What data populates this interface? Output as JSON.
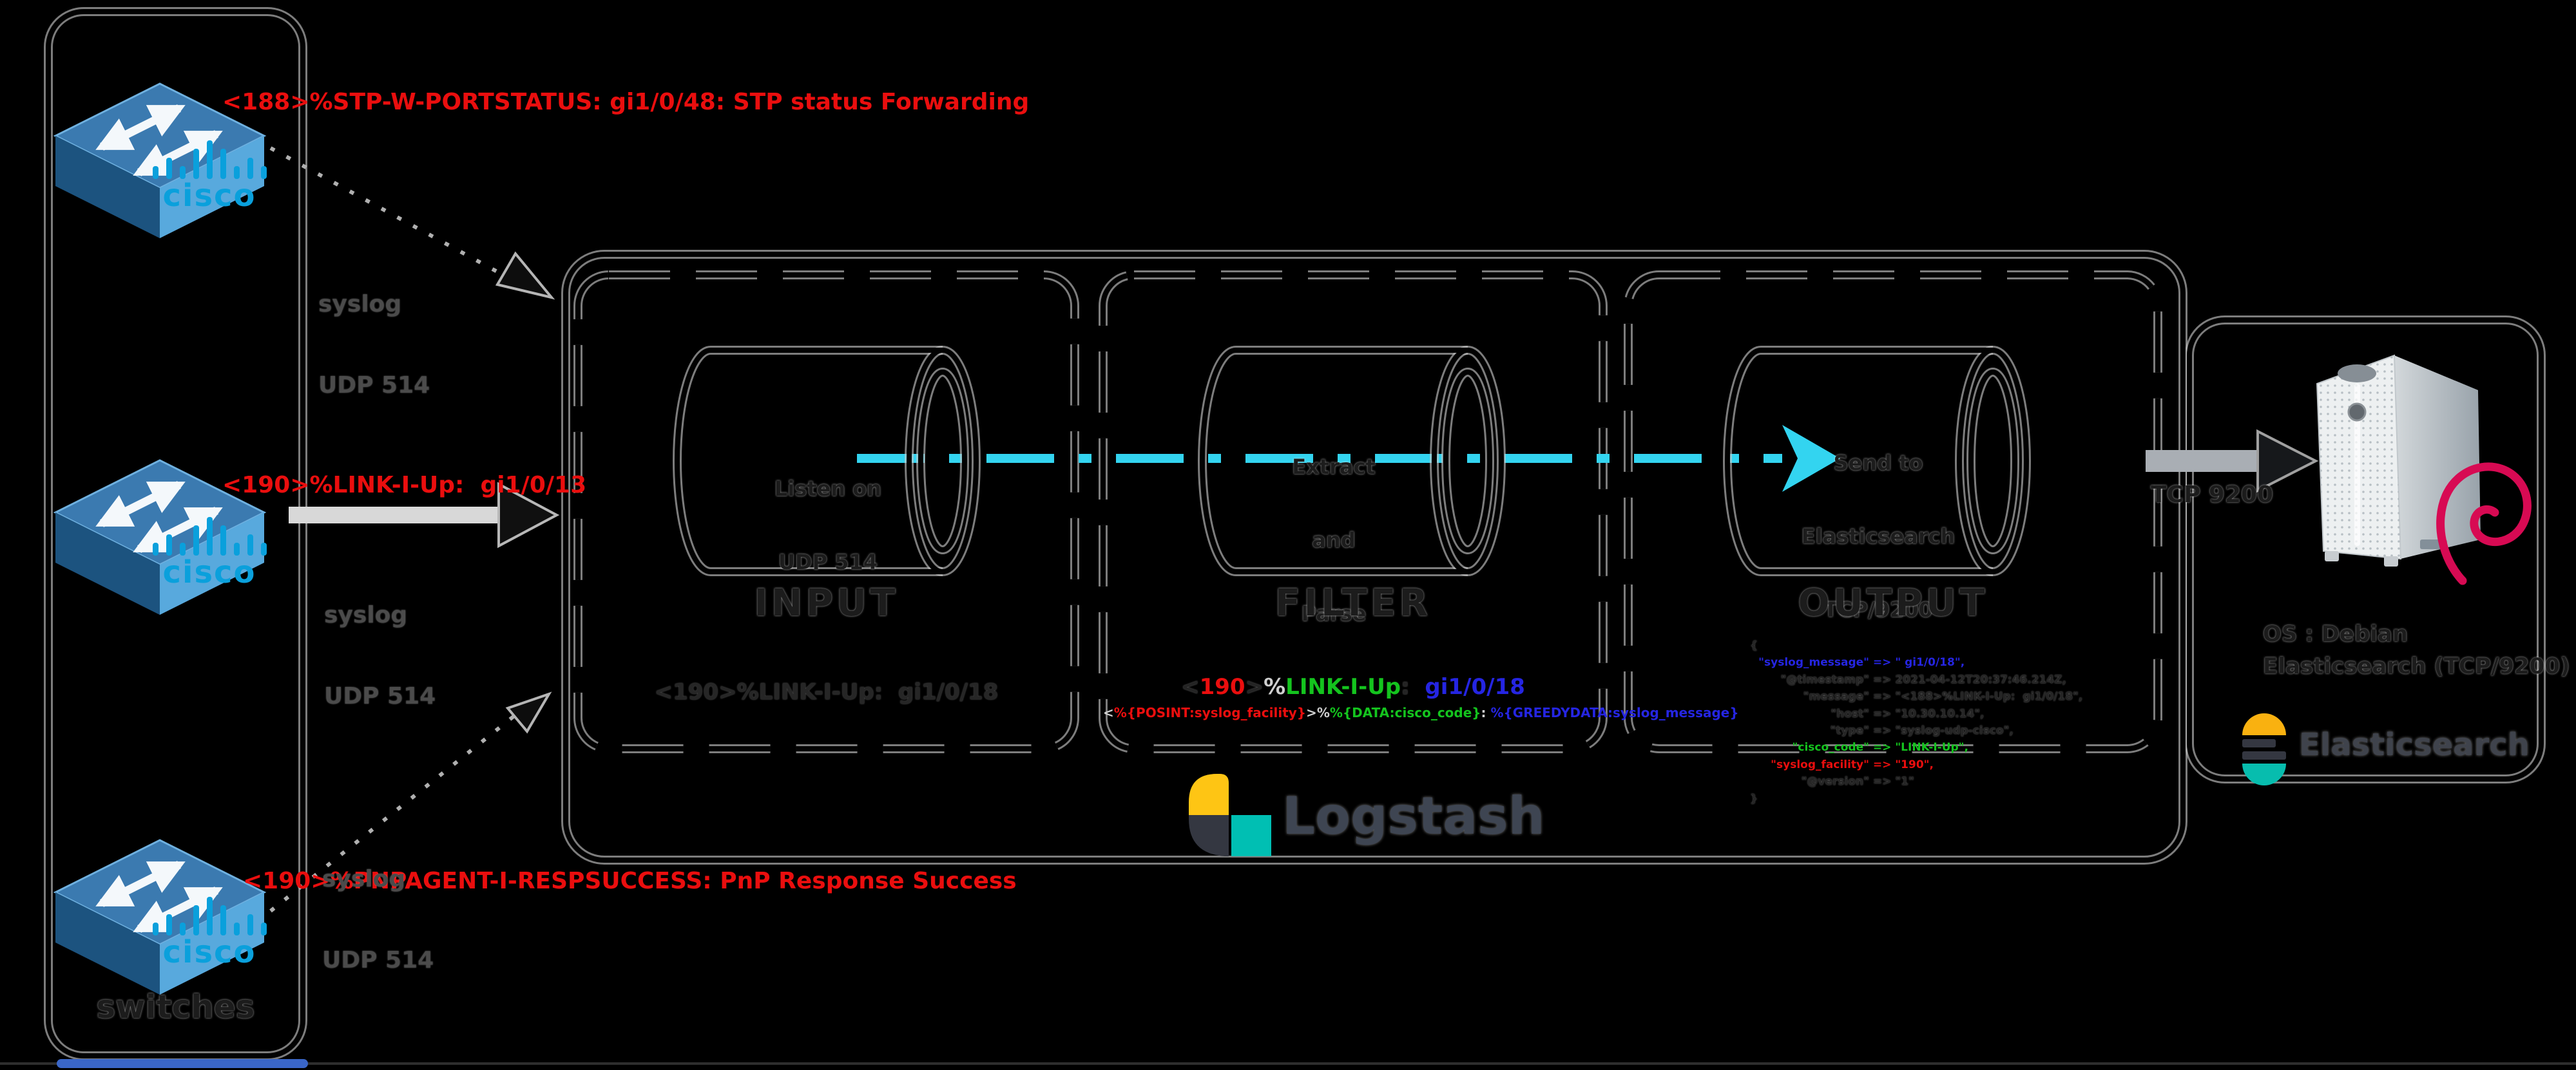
{
  "colors": {
    "accent_cyan": "#33d4f0",
    "alert_red": "#ea0e0e",
    "grok_green": "#14c41e",
    "grok_blue": "#2525e2",
    "cisco_blue": "#0aa0dc",
    "elastic_yellow": "#fec514",
    "elastic_teal": "#00bfb3",
    "elastic_dark": "#343741",
    "debian_magenta": "#d70a53"
  },
  "switch_group": {
    "label": "switches",
    "brand": "cisco",
    "device_count": 3
  },
  "flows": [
    {
      "message": "<188>%STP-W-PORTSTATUS: gi1/0/48: STP status Forwarding",
      "protocol": "syslog",
      "port": "UDP 514"
    },
    {
      "message": "<190>%LINK-I-Up:  gi1/0/13",
      "protocol": "syslog",
      "port": "UDP 514"
    },
    {
      "message": "<190>%PNPAGENT-I-RESPSUCCESS: PnP Response Success",
      "protocol": "syslog",
      "port": "UDP 514"
    }
  ],
  "logstash": {
    "brand": "Logstash",
    "input": {
      "label": "INPUT",
      "cylinder": [
        "Listen on",
        "UDP 514"
      ],
      "sample": "<190>%LINK-I-Up:  gi1/0/18"
    },
    "filter": {
      "label": "FILTER",
      "cylinder": [
        "Extract",
        "and",
        "Parse"
      ],
      "sample_segments": [
        {
          "t": "<",
          "c": "dk"
        },
        {
          "t": "190",
          "c": "red"
        },
        {
          "t": ">",
          "c": "dk"
        },
        {
          "t": "%",
          "c": "lt"
        },
        {
          "t": "LINK-I-Up",
          "c": "grn"
        },
        {
          "t": ":",
          "c": "dk"
        },
        {
          "t": "  gi1/0/18",
          "c": "blu"
        }
      ],
      "grok_segments": [
        {
          "t": "<",
          "c": "lt"
        },
        {
          "t": "%{POSINT:syslog_facility}",
          "c": "red"
        },
        {
          "t": ">",
          "c": "lt"
        },
        {
          "t": "%",
          "c": "lt"
        },
        {
          "t": "%{DATA:cisco_code}",
          "c": "grn"
        },
        {
          "t": ": ",
          "c": "lt"
        },
        {
          "t": "%{GREEDYDATA:syslog_message}",
          "c": "blu"
        }
      ]
    },
    "output": {
      "label": "OUTPUT",
      "cylinder": [
        "Send to",
        "Elasticsearch",
        "TCP/9200"
      ],
      "result_lines": [
        {
          "k": "",
          "v": "{",
          "c": "dk"
        },
        {
          "k": "\"syslog_message\"",
          "v": "\" gi1/0/18\",",
          "c": "blu"
        },
        {
          "k": "\"@timestamp\"",
          "v": "2021-04-12T20:37:46.214Z,",
          "c": "dk"
        },
        {
          "k": "\"message\"",
          "v": "\"<188>%LINK-I-Up:  gi1/0/18\",",
          "c": "dk"
        },
        {
          "k": "\"host\"",
          "v": "\"10.30.10.14\",",
          "c": "dk"
        },
        {
          "k": "\"type\"",
          "v": "\"syslog-udp-cisco\",",
          "c": "dk"
        },
        {
          "k": "\"cisco_code\"",
          "v": "\"LINK-I-Up\",",
          "c": "grn"
        },
        {
          "k": "\"syslog_facility\"",
          "v": "\"190\",",
          "c": "red"
        },
        {
          "k": "\"@version\"",
          "v": "\"1\"",
          "c": "dk"
        },
        {
          "k": "",
          "v": "}",
          "c": "dk"
        }
      ]
    }
  },
  "elasticsearch": {
    "brand": "Elasticsearch",
    "os": "OS : Debian",
    "service": "Elasticsearch (TCP/9200)",
    "link_label": "TCP 9200"
  }
}
